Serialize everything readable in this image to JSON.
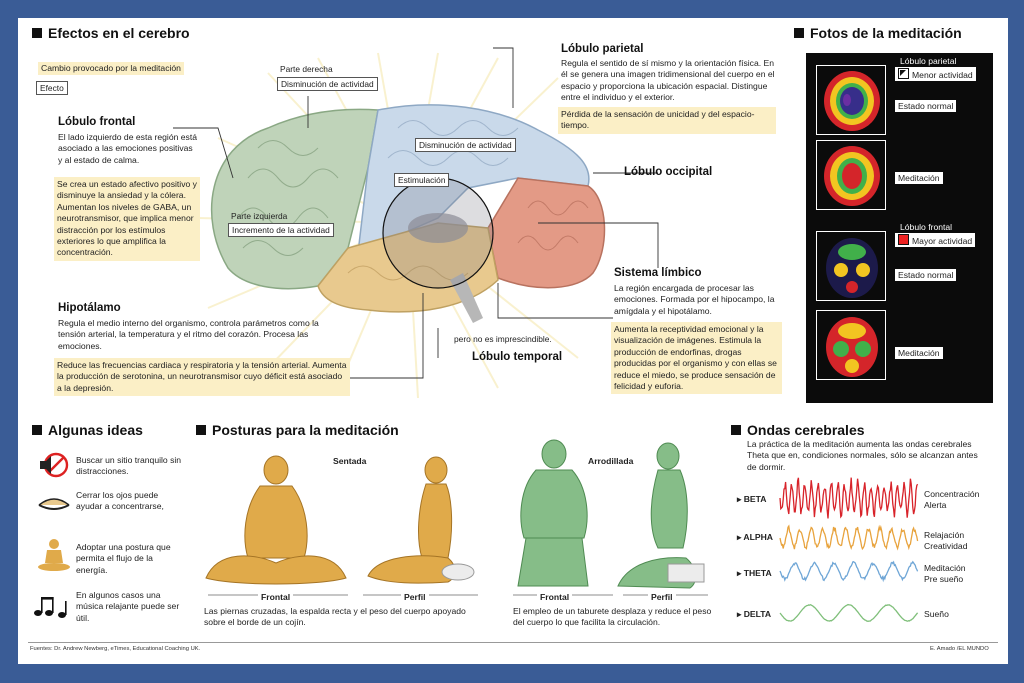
{
  "sections": {
    "effects": "Efectos en el cerebro",
    "photos": "Fotos de la meditación",
    "ideas": "Algunas ideas",
    "postures": "Posturas para la meditación",
    "waves": "Ondas cerebrales"
  },
  "legend": {
    "change_label": "Cambio provocado por la meditación",
    "effect_label": "Efecto"
  },
  "brain_labels": {
    "right_side": "Parte derecha",
    "right_effect": "Disminución de actividad",
    "middle_effect": "Disminución de actividad",
    "stimulation": "Estimulación",
    "left_side": "Parte izquierda",
    "left_effect": "Incremento de la actividad",
    "not_essential": "pero no es imprescindible."
  },
  "frontal": {
    "title": "Lóbulo frontal",
    "desc": "El lado izquierdo de esta región está asociado a las emociones positivas y al estado de calma.",
    "effect": "Se crea un estado afectivo positivo y disminuye la ansiedad y la cólera. Aumentan los niveles de GABA, un neurotransmisor, que implica menor distracción por los estímulos exteriores lo que amplifica la concentración."
  },
  "parietal": {
    "title": "Lóbulo parietal",
    "desc": "Regula el sentido de sí mismo y la orientación física. En él se genera una imagen tridimensional del cuerpo en el espacio y proporciona la ubicación espacial. Distingue entre el individuo y el exterior.",
    "effect": "Pérdida de la sensación de unicidad y del espacio-tiempo."
  },
  "occipital": {
    "title": "Lóbulo occipital"
  },
  "limbic": {
    "title": "Sistema límbico",
    "desc": "La región encargada de procesar las emociones. Formada por el hipocampo, la amígdala y el hipotálamo.",
    "effect": "Aumenta la receptividad emocional y la visualización de imágenes. Estimula la producción de endorfinas, drogas producidas por el organismo y con ellas se reduce el miedo, se produce sensación de felicidad y euforia."
  },
  "hypothalamus": {
    "title": "Hipotálamo",
    "desc": "Regula el medio interno del organismo, controla parámetros como la tensión arterial, la temperatura y el ritmo del corazón. Procesa las emociones.",
    "effect": "Reduce las frecuencias cardiaca y respiratoria y la tensión arterial. Aumenta la producción de serotonina, un neurotransmisor cuyo déficit está asociado a la depresión."
  },
  "temporal": {
    "title": "Lóbulo temporal"
  },
  "photos": {
    "parietal_title": "Lóbulo parietal",
    "less_activity": "Menor actividad",
    "normal1": "Estado normal",
    "meditation1": "Meditación",
    "frontal_title": "Lóbulo frontal",
    "more_activity": "Mayor actividad",
    "normal2": "Estado normal",
    "meditation2": "Meditación"
  },
  "ideas": [
    {
      "icon": "no-noise-icon",
      "text": "Buscar un sitio tranquilo sin distracciones."
    },
    {
      "icon": "closed-eye-icon",
      "text": "Cerrar los ojos puede ayudar a concentrarse,"
    },
    {
      "icon": "posture-icon",
      "text": "Adoptar una postura que permita el flujo de la energía."
    },
    {
      "icon": "music-notes-icon",
      "text": "En algunos casos una música relajante puede ser útil."
    }
  ],
  "postures": {
    "seated": "Sentada",
    "kneeling": "Arrodillada",
    "front": "Frontal",
    "profile": "Perfil",
    "front2": "Frontal",
    "profile2": "Perfil",
    "seated_desc": "Las piernas cruzadas, la espalda recta y el peso del cuerpo apoyado sobre el borde de un cojín.",
    "kneeling_desc": "El empleo de un taburete desplaza y reduce el peso del cuerpo lo que facilita la circulación."
  },
  "waves": {
    "intro": "La práctica de la meditación aumenta las ondas cerebrales Theta que en, condiciones normales, sólo se alcanzan antes de dormir.",
    "items": [
      {
        "name": "BETA",
        "desc1": "Concentración",
        "desc2": "Alerta",
        "color": "#d8232a"
      },
      {
        "name": "ALPHA",
        "desc1": "Relajación",
        "desc2": "Creatividad",
        "color": "#e8a33d"
      },
      {
        "name": "THETA",
        "desc1": "Meditación",
        "desc2": "Pre sueño",
        "color": "#6fa6d6"
      },
      {
        "name": "DELTA",
        "desc1": "Sueño",
        "desc2": "",
        "color": "#7fbf7a"
      }
    ]
  },
  "footer": {
    "sources": "Fuentes: Dr. Andrew Newberg, eTimes, Educational Coaching UK.",
    "credit": "E. Amado /EL MUNDO"
  },
  "colors": {
    "frontal": "#bfd3b9",
    "parietal": "#c9d9ea",
    "occipital": "#e39a86",
    "temporal": "#e8c98e",
    "highlight": "#fbefc6",
    "figure_seated": "#e0aa4a",
    "figure_kneeling": "#86bd88"
  }
}
